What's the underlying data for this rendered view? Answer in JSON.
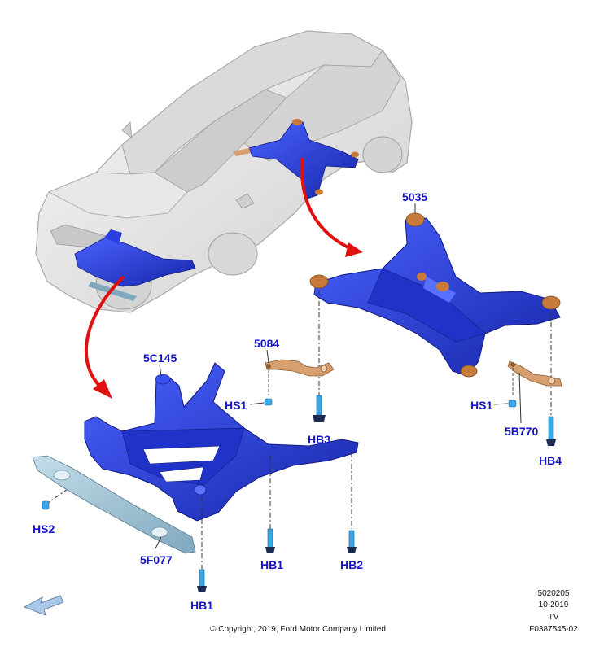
{
  "callouts": {
    "c5035": "5035",
    "c5084": "5084",
    "c5C145": "5C145",
    "hs1_left": "HS1",
    "hs1_right": "HS1",
    "hb3": "HB3",
    "c5B770": "5B770",
    "hb4": "HB4",
    "hs2": "HS2",
    "c5F077": "5F077",
    "hb1_mid": "HB1",
    "hb2": "HB2",
    "hb1_bottom": "HB1"
  },
  "meta": {
    "doc_number": "5020205",
    "date": "10-2019",
    "code": "TV",
    "figure_id": "F0387545-02",
    "copyright": "© Copyright, 2019, Ford Motor Company Limited"
  },
  "colors": {
    "part_blue": "#2a3fe0",
    "part_blue_dark": "#1626a8",
    "bushing_bronze": "#c87a3a",
    "bracket_copper": "#d8a070",
    "arrow_red": "#e01010",
    "label_blue": "#1414c8",
    "vehicle_gray": "#e2e2e2",
    "shield_steel": "#9cc0d4",
    "fastener_cyan": "#3aa8e8"
  },
  "icons": {
    "direction": "front-direction-arrow-icon"
  }
}
